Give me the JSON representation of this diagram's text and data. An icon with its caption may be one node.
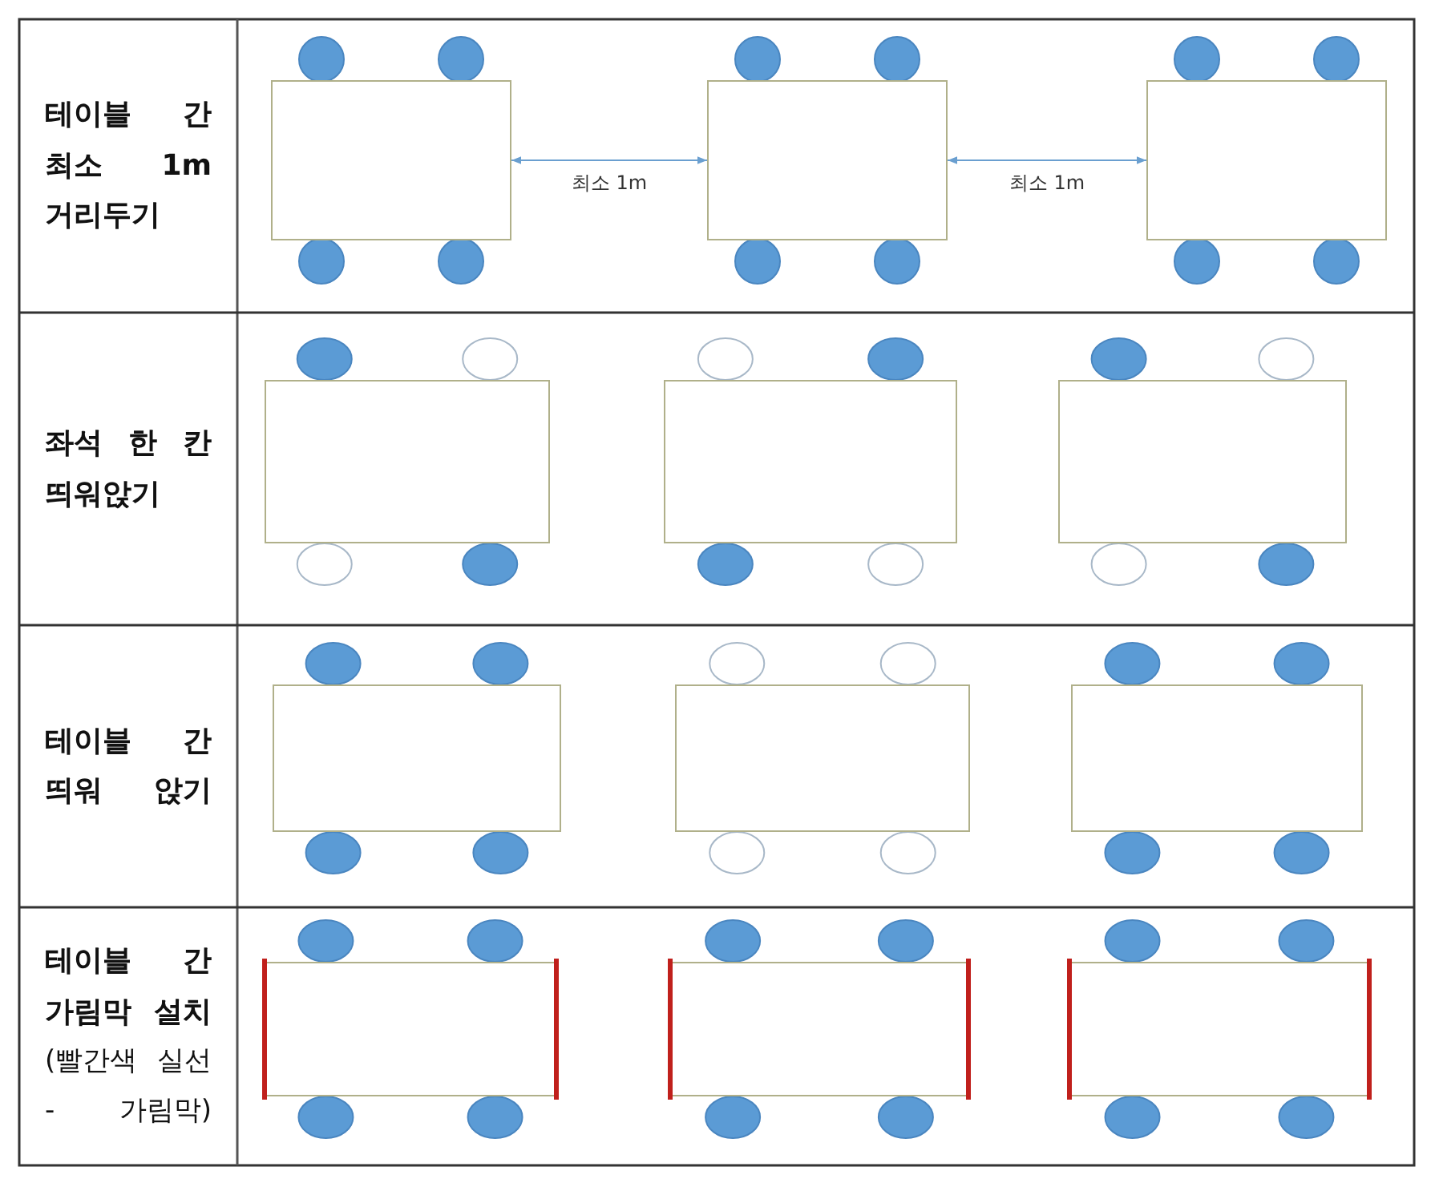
{
  "diagram": {
    "nodes": [
      {
        "text": [],
        "shape": "box"
      },
      {
        "text": [],
        "shape": "box"
      },
      {
        "text": [],
        "shape": "box"
      },
      {
        "text": [],
        "shape": "box"
      },
      {
        "text": [],
        "shape": "box"
      },
      {
        "text": [],
        "shape": "box"
      },
      {
        "text": [],
        "shape": "box"
      },
      {
        "text": [],
        "shape": "box"
      },
      {
        "text": [],
        "shape": "box"
      },
      {
        "text": [],
        "shape": "box"
      },
      {
        "text": [],
        "shape": "box"
      },
      {
        "text": [],
        "shape": "box"
      }
    ],
    "edges": [
      {
        "from": 0,
        "to": 1,
        "arrow": "both",
        "label": "최소 1m"
      },
      {
        "from": 1,
        "to": 2,
        "arrow": "both",
        "label": "최소 1m"
      }
    ],
    "labels": [
      "테이블 간 최소 1m 거리두기",
      "좌석 한 칸 띄워앉기",
      "테이블 간 띄워 앉기",
      "테이블 간 가림막 설치",
      "(빨간색 실선 - 가림막)"
    ]
  }
}
